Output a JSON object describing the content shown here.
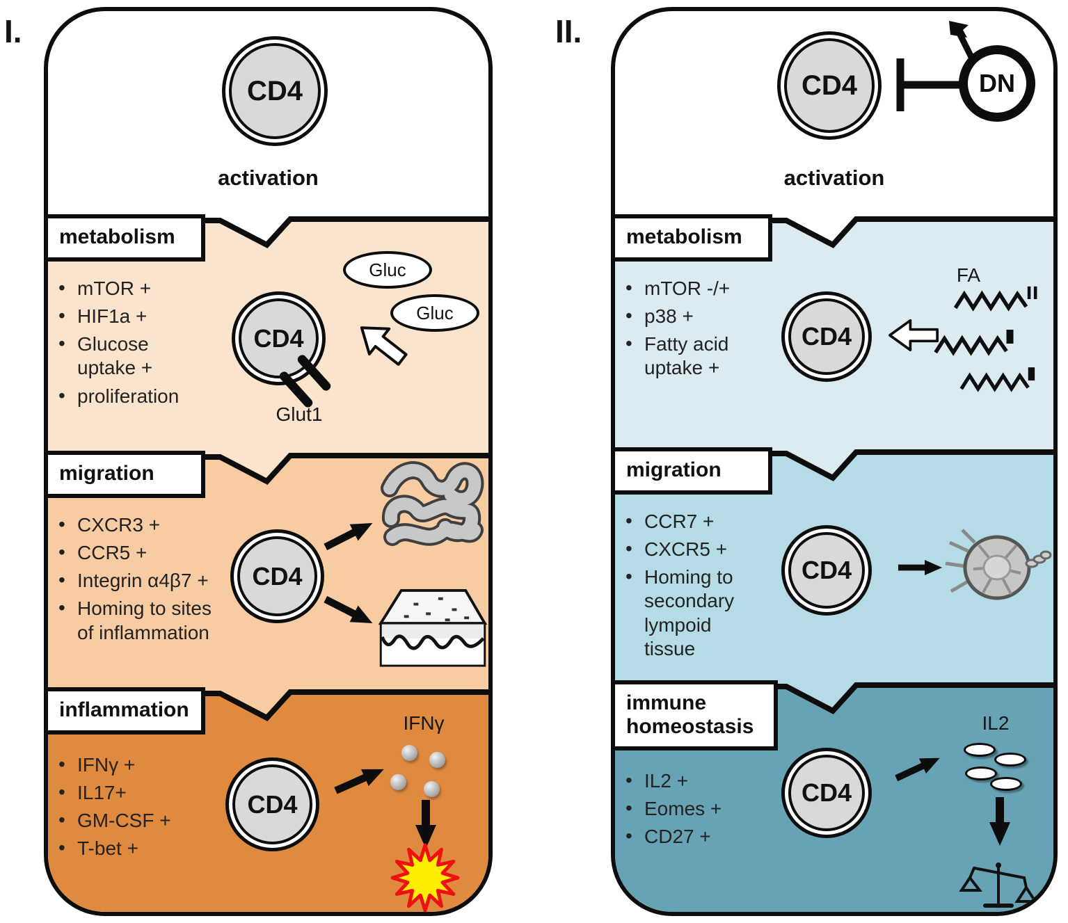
{
  "colors": {
    "panel_bg": "#ffffff",
    "outline": "#0d0d0d",
    "cell_fill": "#d9d9d9",
    "panel1_metabolism": "#fbe4ce",
    "panel1_migration": "#f8cca2",
    "panel1_inflammation": "#df8a3f",
    "panel2_metabolism": "#dcebf2",
    "panel2_migration": "#b5dce6",
    "panel2_homeostasis": "#67a3b4",
    "starburst_fill": "#ffee00",
    "starburst_border": "#ee1111"
  },
  "icons": [
    "cd4-cell",
    "dn-cell",
    "tcr-flag-icon",
    "inhibition-tbar-icon",
    "gluc-oval",
    "glut1-rod-icon",
    "white-arrow-icon",
    "black-arrow-icon",
    "down-arrow-icon",
    "intestine-icon",
    "skin-icon",
    "cytokine-sphere-icon",
    "inflammation-burst-icon",
    "fatty-acid-chain-icon",
    "lymph-node-icon",
    "il2-pill-icon",
    "balance-scale-icon"
  ],
  "panel1": {
    "numeral": "I.",
    "activation": {
      "cell": "CD4",
      "label": "activation"
    },
    "metabolism": {
      "title": "metabolism",
      "bullets": [
        "mTOR +",
        "HIF1a +",
        "Glucose uptake +",
        "proliferation"
      ],
      "cell": "CD4",
      "gluc_top": "Gluc",
      "gluc_bottom": "Gluc",
      "transporter_label": "Glut1"
    },
    "migration": {
      "title": "migration",
      "bullets": [
        "CXCR3 +",
        "CCR5 +",
        "Integrin α4β7 +",
        "Homing to sites of inflammation"
      ],
      "cell": "CD4"
    },
    "inflammation": {
      "title": "inflammation",
      "bullets": [
        "IFNγ +",
        "IL17+",
        "GM-CSF +",
        "T-bet +"
      ],
      "cell": "CD4",
      "cytokine_label": "IFNγ"
    }
  },
  "panel2": {
    "numeral": "II.",
    "activation": {
      "cell": "CD4",
      "dn": "DN",
      "label": "activation"
    },
    "metabolism": {
      "title": "metabolism",
      "bullets": [
        "mTOR -/+",
        "p38 +",
        "Fatty acid uptake +"
      ],
      "cell": "CD4",
      "fa_label": "FA"
    },
    "migration": {
      "title": "migration",
      "bullets": [
        "CCR7 +",
        "CXCR5 +",
        "Homing to secondary lympoid tissue"
      ],
      "cell": "CD4"
    },
    "homeostasis": {
      "title": "immune homeostasis",
      "bullets": [
        "IL2 +",
        "Eomes +",
        "CD27 +"
      ],
      "cell": "CD4",
      "il2_label": "IL2"
    }
  }
}
